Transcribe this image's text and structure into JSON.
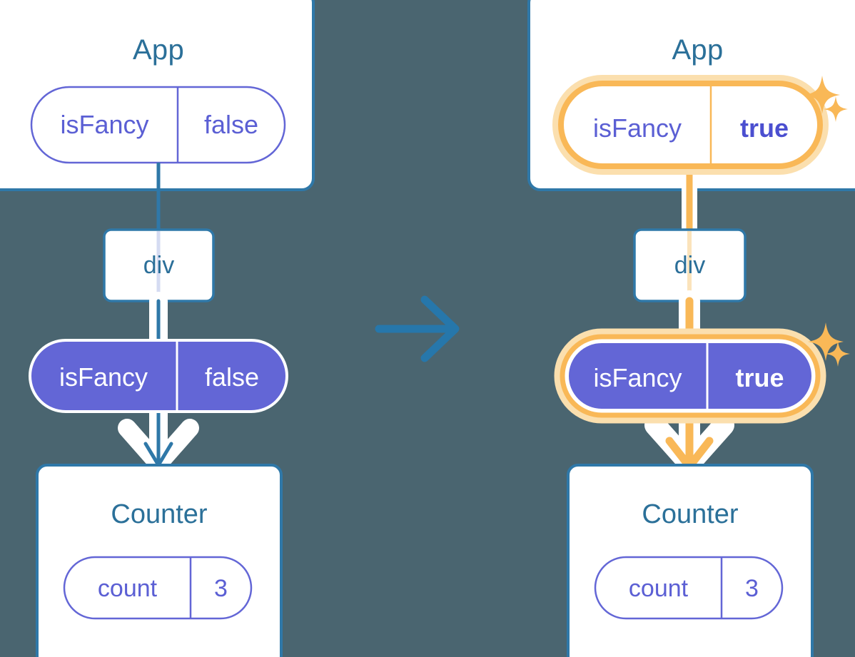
{
  "diagram": {
    "title_implicit": "React state propagation before and after",
    "background_color": "#4a6570",
    "transition_icon": "arrow-right-icon",
    "colors": {
      "box_border_blue": "#2f78a8",
      "box_fill_white": "#ffffff",
      "title_blue": "#2b7099",
      "pill_purple": "#6366d6",
      "pill_outline_purple": "#6366d6",
      "text_purple": "#5b5fd4",
      "highlight_orange": "#f9b857",
      "highlight_glow": "#fbdfae",
      "line_blue": "#2f78a8",
      "line_lavender": "#d5dbf2",
      "white": "#ffffff"
    }
  },
  "before": {
    "app": {
      "title": "App",
      "state_pill": {
        "key": "isFancy",
        "value": "false",
        "style": "outline",
        "highlighted": false
      }
    },
    "div": {
      "label": "div"
    },
    "prop_pill": {
      "key": "isFancy",
      "value": "false",
      "style": "filled",
      "highlighted": false
    },
    "counter": {
      "title": "Counter",
      "state_pill": {
        "key": "count",
        "value": "3",
        "style": "outline",
        "highlighted": false
      }
    }
  },
  "after": {
    "app": {
      "title": "App",
      "state_pill": {
        "key": "isFancy",
        "value": "true",
        "style": "outline",
        "highlighted": true,
        "sparkles": 2
      }
    },
    "div": {
      "label": "div"
    },
    "prop_pill": {
      "key": "isFancy",
      "value": "true",
      "style": "filled",
      "highlighted": true,
      "sparkles": 2
    },
    "counter": {
      "title": "Counter",
      "state_pill": {
        "key": "count",
        "value": "3",
        "style": "outline",
        "highlighted": false
      }
    }
  }
}
